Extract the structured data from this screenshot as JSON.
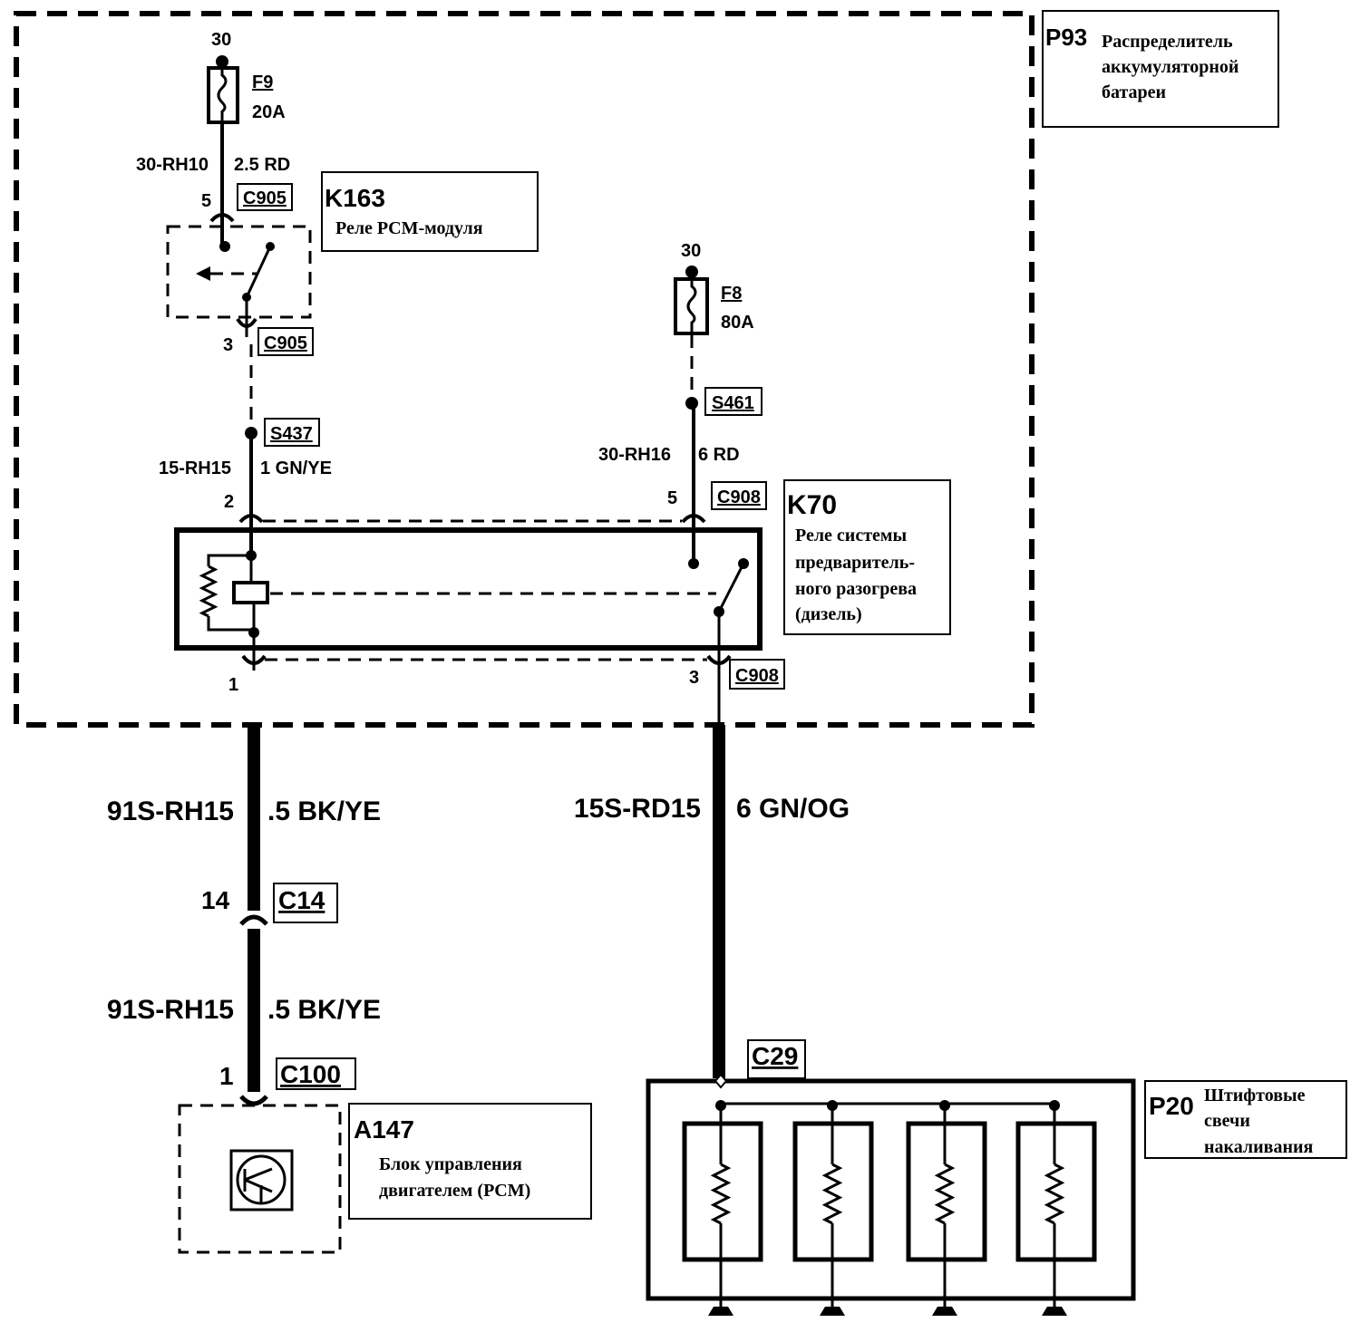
{
  "p93": {
    "code": "P93",
    "lines": [
      "Распределитель",
      "аккумуляторной",
      "батареи"
    ]
  },
  "k163": {
    "code": "K163",
    "desc": "Реле PCM-модуля"
  },
  "k70": {
    "code": "K70",
    "lines": [
      "Реле системы",
      "предваритель-",
      "ного разогрева",
      "(дизель)"
    ]
  },
  "a147": {
    "code": "A147",
    "lines": [
      "Блок управления",
      "двигателем (PCM)"
    ]
  },
  "p20": {
    "code": "P20",
    "lines": [
      "Штифтовые",
      "свечи",
      "накаливания"
    ]
  },
  "fuse_f9": {
    "terminal": "30",
    "name": "F9",
    "rating": "20A"
  },
  "fuse_f8": {
    "terminal": "30",
    "name": "F8",
    "rating": "80A"
  },
  "wires": {
    "w1": {
      "circuit": "30-RH10",
      "spec": "2.5 RD"
    },
    "w2": {
      "circuit": "15-RH15",
      "spec": "1 GN/YE"
    },
    "w3": {
      "circuit": "30-RH16",
      "spec": "6 RD"
    },
    "w4": {
      "circuit": "91S-RH15",
      "spec": ".5 BK/YE"
    },
    "w5": {
      "circuit": "91S-RH15",
      "spec": ".5 BK/YE"
    },
    "w6": {
      "circuit": "15S-RD15",
      "spec": "6 GN/OG"
    }
  },
  "connectors": {
    "c905_top": {
      "pin": "5",
      "name": "C905"
    },
    "c905_bot": {
      "pin": "3",
      "name": "C905"
    },
    "s437": {
      "name": "S437"
    },
    "s461": {
      "name": "S461"
    },
    "k70_pin2": {
      "pin": "2"
    },
    "c908_top": {
      "pin": "5",
      "name": "C908"
    },
    "k70_pin1": {
      "pin": "1"
    },
    "c908_bot": {
      "pin": "3",
      "name": "C908"
    },
    "c14": {
      "pin": "14",
      "name": "C14"
    },
    "c100": {
      "pin": "1",
      "name": "C100"
    },
    "c29": {
      "name": "C29"
    }
  }
}
